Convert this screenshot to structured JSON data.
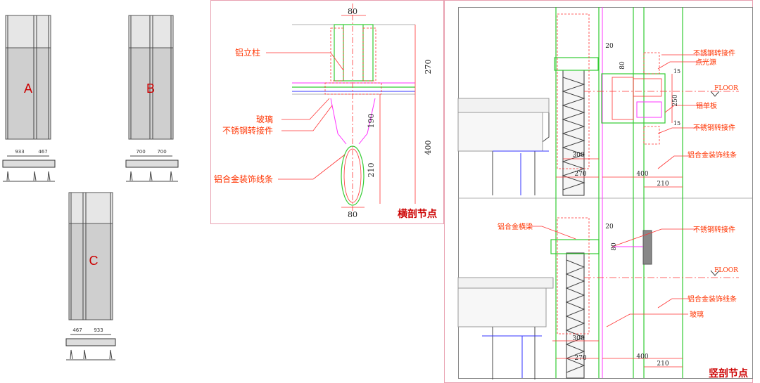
{
  "elevations": {
    "panel_a": {
      "label": "A",
      "dims": [
        "933",
        "467"
      ]
    },
    "panel_b": {
      "label": "B",
      "dims": [
        "700",
        "700"
      ]
    },
    "panel_c": {
      "label": "C",
      "dims": [
        "467",
        "933"
      ]
    }
  },
  "horizontal_section": {
    "title": "横剖节点",
    "labels": {
      "mullion": "铝立柱",
      "glass": "玻璃",
      "connector": "不锈钢转接件",
      "trim": "铝合金装饰线条"
    },
    "dims": {
      "top_width": "80",
      "h270": "270",
      "h190": "190",
      "h400": "400",
      "h210": "210",
      "bottom_width": "80"
    }
  },
  "vertical_section": {
    "title": "竖剖节点",
    "upper": {
      "labels": {
        "connector_top": "不锈钢转接件",
        "light": "点光源",
        "floor": "FLOOR",
        "panel": "铝单板",
        "connector_bottom": "不锈钢转接件",
        "trim": "铝合金装饰线条"
      },
      "dims": {
        "d20": "20",
        "d80": "80",
        "d15a": "15",
        "d250": "250",
        "d15b": "15",
        "d300": "300",
        "d270": "270",
        "d400": "400",
        "d210": "210"
      }
    },
    "lower": {
      "labels": {
        "transom": "铝合金横梁",
        "connector": "不锈钢转接件",
        "floor": "FLOOR",
        "trim": "铝合金装饰线条",
        "glass": "玻璃"
      },
      "dims": {
        "d20": "20",
        "d80": "80",
        "d300": "300",
        "d270": "270",
        "d400": "400",
        "d210": "210"
      }
    }
  }
}
